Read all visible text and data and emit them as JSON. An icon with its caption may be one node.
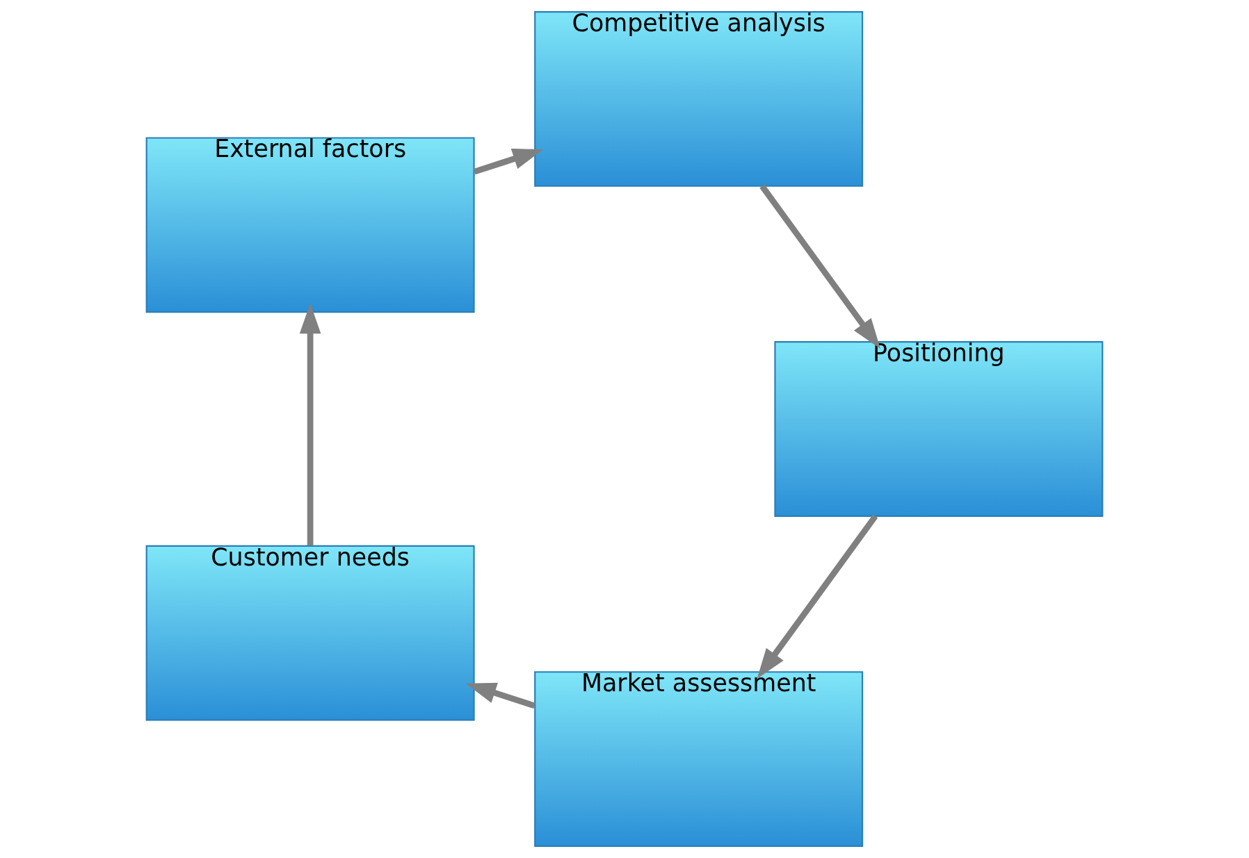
{
  "diagram": {
    "nodes": [
      {
        "text": [
          "Market assessment"
        ]
      },
      {
        "text": [
          "Customer needs"
        ]
      },
      {
        "text": [
          "External factors"
        ]
      },
      {
        "text": [
          "Competitive analysis"
        ]
      },
      {
        "text": [
          "Positioning"
        ]
      }
    ],
    "edges": [
      {
        "from": 0,
        "to": 1,
        "arrow": "to"
      },
      {
        "from": 1,
        "to": 2,
        "arrow": "to"
      },
      {
        "from": 2,
        "to": 3,
        "arrow": "to"
      },
      {
        "from": 3,
        "to": 4,
        "arrow": "to"
      },
      {
        "from": 4,
        "to": 0,
        "arrow": "to"
      }
    ]
  }
}
